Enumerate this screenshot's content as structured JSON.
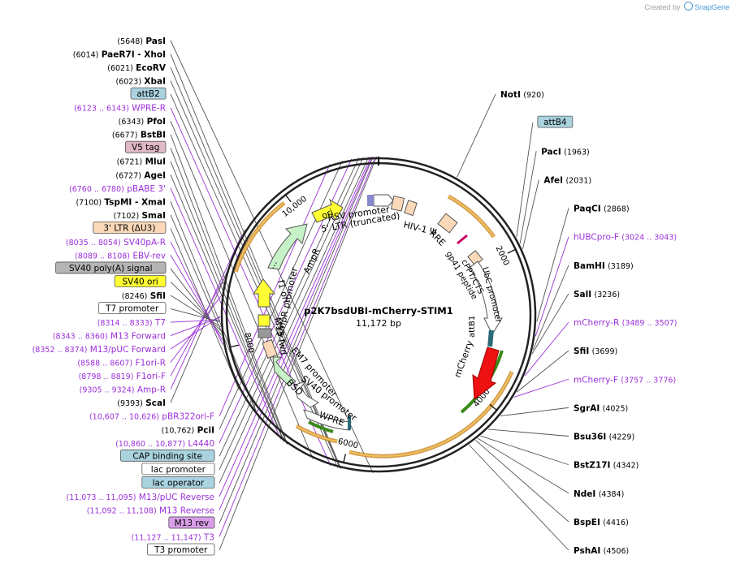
{
  "branding": {
    "prefix": "Created by",
    "name": "SnapGene",
    "logo_icon": "snapgene-logo-icon"
  },
  "plasmid": {
    "name": "p2K7bsdUBI-mCherry-STIM1",
    "size_label": "11,172 bp",
    "total_bp": 11172
  },
  "colors": {
    "enzyme": "#000000",
    "primer": "#9b30d9",
    "feature_line": "#555555",
    "backbone": "#222222"
  },
  "ticks": [
    {
      "bp": 2000,
      "label": "2000"
    },
    {
      "bp": 4000,
      "label": "4000"
    },
    {
      "bp": 6000,
      "label": "6000"
    },
    {
      "bp": 8000,
      "label": "8000"
    },
    {
      "bp": 10000,
      "label": "10,000"
    }
  ],
  "sites": [
    {
      "type": "enzyme",
      "name": "NotI",
      "pos": "(920)",
      "bp": 920
    },
    {
      "type": "feature",
      "name": "attB4",
      "fill": "#a9d3df",
      "bp": 1880
    },
    {
      "type": "enzyme",
      "name": "PacI",
      "pos": "(1963)",
      "bp": 1963
    },
    {
      "type": "enzyme",
      "name": "AfeI",
      "pos": "(2031)",
      "bp": 2031
    },
    {
      "type": "enzyme",
      "name": "PaqCI",
      "pos": "(2868)",
      "bp": 2868
    },
    {
      "type": "primer",
      "name": "hUBCpro-F",
      "pos": "(3024 .. 3043)",
      "bp": 3034
    },
    {
      "type": "enzyme",
      "name": "BamHI",
      "pos": "(3189)",
      "bp": 3189
    },
    {
      "type": "enzyme",
      "name": "SalI",
      "pos": "(3236)",
      "bp": 3236
    },
    {
      "type": "primer",
      "name": "mCherry-R",
      "pos": "(3489 .. 3507)",
      "bp": 3498
    },
    {
      "type": "enzyme",
      "name": "SfiI",
      "pos": "(3699)",
      "bp": 3699
    },
    {
      "type": "primer",
      "name": "mCherry-F",
      "pos": "(3757 .. 3776)",
      "bp": 3766
    },
    {
      "type": "enzyme",
      "name": "SgrAI",
      "pos": "(4025)",
      "bp": 4025
    },
    {
      "type": "enzyme",
      "name": "Bsu36I",
      "pos": "(4229)",
      "bp": 4229
    },
    {
      "type": "enzyme",
      "name": "BstZ17I",
      "pos": "(4342)",
      "bp": 4342
    },
    {
      "type": "enzyme",
      "name": "NdeI",
      "pos": "(4384)",
      "bp": 4384
    },
    {
      "type": "enzyme",
      "name": "BspEI",
      "pos": "(4416)",
      "bp": 4416
    },
    {
      "type": "enzyme",
      "name": "PshAI",
      "pos": "(4506)",
      "bp": 4506
    },
    {
      "type": "enzyme",
      "name": "PasI",
      "pos": "(5648)",
      "bp": 5648
    },
    {
      "type": "enzyme",
      "name": "PaeR7I - XhoI",
      "pos": "(6014)",
      "bp": 6014
    },
    {
      "type": "enzyme",
      "name": "EcoRV",
      "pos": "(6021)",
      "bp": 6021
    },
    {
      "type": "enzyme",
      "name": "XbaI",
      "pos": "(6023)",
      "bp": 6023
    },
    {
      "type": "feature",
      "name": "attB2",
      "fill": "#a9d3df",
      "bp": 6050
    },
    {
      "type": "primer",
      "name": "WPRE-R",
      "pos": "(6123 .. 6143)",
      "bp": 6133
    },
    {
      "type": "enzyme",
      "name": "PfoI",
      "pos": "(6343)",
      "bp": 6343
    },
    {
      "type": "enzyme",
      "name": "BstBI",
      "pos": "(6677)",
      "bp": 6677
    },
    {
      "type": "feature",
      "name": "V5 tag",
      "fill": "#e0b8c8",
      "bp": 6690
    },
    {
      "type": "enzyme",
      "name": "MluI",
      "pos": "(6721)",
      "bp": 6721
    },
    {
      "type": "enzyme",
      "name": "AgeI",
      "pos": "(6727)",
      "bp": 6727
    },
    {
      "type": "primer",
      "name": "pBABE 3'",
      "pos": "(6760 .. 6780)",
      "bp": 6770
    },
    {
      "type": "enzyme",
      "name": "TspMI - XmaI",
      "pos": "(7100)",
      "bp": 7100
    },
    {
      "type": "enzyme",
      "name": "SmaI",
      "pos": "(7102)",
      "bp": 7102
    },
    {
      "type": "feature",
      "name": "3' LTR (ΔU3)",
      "fill": "#fbd9b8",
      "bp": 7500
    },
    {
      "type": "primer",
      "name": "SV40pA-R",
      "pos": "(8035 .. 8054)",
      "bp": 8044
    },
    {
      "type": "feature",
      "name": "SV40 poly(A) signal",
      "fill": "#b4b4b4",
      "bp": 8150
    },
    {
      "type": "primer",
      "name": "EBV-rev",
      "pos": "(8089 .. 8108)",
      "bp": 8098
    },
    {
      "type": "feature",
      "name": "SV40 ori",
      "fill": "#ffff33",
      "bp": 8200
    },
    {
      "type": "enzyme",
      "name": "SfiI",
      "pos": "(8246)",
      "bp": 8246
    },
    {
      "type": "feature",
      "name": "T7 promoter",
      "fill": "#ffffff",
      "bp": 8300
    },
    {
      "type": "primer",
      "name": "T7",
      "pos": "(8314 .. 8333)",
      "bp": 8323
    },
    {
      "type": "primer",
      "name": "M13 Forward",
      "pos": "(8343 .. 8360)",
      "bp": 8351
    },
    {
      "type": "primer",
      "name": "M13/pUC Forward",
      "pos": "(8352 .. 8374)",
      "bp": 8363
    },
    {
      "type": "primer",
      "name": "F1ori-R",
      "pos": "(8588 .. 8607)",
      "bp": 8597
    },
    {
      "type": "primer",
      "name": "F1ori-F",
      "pos": "(8798 .. 8819)",
      "bp": 8808
    },
    {
      "type": "primer",
      "name": "Amp-R",
      "pos": "(9305 .. 9324)",
      "bp": 9314
    },
    {
      "type": "enzyme",
      "name": "ScaI",
      "pos": "(9393)",
      "bp": 9393
    },
    {
      "type": "primer",
      "name": "pBR322ori-F",
      "pos": "(10,607 .. 10,626)",
      "bp": 10616
    },
    {
      "type": "enzyme",
      "name": "PciI",
      "pos": "(10,762)",
      "bp": 10762
    },
    {
      "type": "primer",
      "name": "L4440",
      "pos": "(10,860 .. 10,877)",
      "bp": 10868
    },
    {
      "type": "feature",
      "name": "CAP binding site",
      "fill": "#a9d3df",
      "bp": 10950
    },
    {
      "type": "feature",
      "name": "lac promoter",
      "fill": "#ffffff",
      "bp": 11000
    },
    {
      "type": "primer",
      "name": "M13/pUC Reverse",
      "pos": "(11,073 .. 11,095)",
      "bp": 11084
    },
    {
      "type": "feature",
      "name": "lac operator",
      "fill": "#a9d3df",
      "bp": 11060
    },
    {
      "type": "primer",
      "name": "M13 Reverse",
      "pos": "(11,092 .. 11,108)",
      "bp": 11100
    },
    {
      "type": "feature",
      "name": "M13 rev",
      "fill": "#d99ee9",
      "bp": 11110
    },
    {
      "type": "primer",
      "name": "T3",
      "pos": "(11,127 .. 11,147)",
      "bp": 11137
    },
    {
      "type": "feature",
      "name": "T3 promoter",
      "fill": "#ffffff",
      "bp": 11150
    }
  ],
  "inner_labels": [
    {
      "text": "RSV promoter",
      "key": "rsv"
    },
    {
      "text": "5' LTR (truncated)",
      "key": "ltr5"
    },
    {
      "text": "HIV-1 Ψ",
      "key": "psi"
    },
    {
      "text": "RRE",
      "key": "rre"
    },
    {
      "text": "cPPT/CTS",
      "key": "cppt"
    },
    {
      "text": "gp41 peptide",
      "key": "gp41"
    },
    {
      "text": "UbC promoter",
      "key": "ubc"
    },
    {
      "text": "attB1",
      "key": "attb1"
    },
    {
      "text": "mCherry",
      "key": "mcherry"
    },
    {
      "text": "WPRE",
      "key": "wpre"
    },
    {
      "text": "SV40 promoter",
      "key": "sv40p"
    },
    {
      "text": "BSD",
      "key": "bsd"
    },
    {
      "text": "EM7 promoter",
      "key": "em7"
    },
    {
      "text": "M13 fwd",
      "key": "m13fwd"
    },
    {
      "text": "f1 ori",
      "key": "f1ori"
    },
    {
      "text": "AmpR promoter",
      "key": "ampp"
    },
    {
      "text": "AmpR",
      "key": "ampr"
    },
    {
      "text": "ori",
      "key": "ori"
    },
    {
      "text": "...",
      "key": "dots"
    }
  ]
}
